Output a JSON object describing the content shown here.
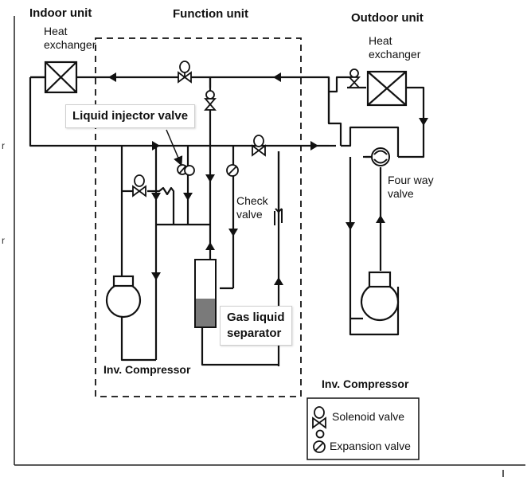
{
  "titles": {
    "indoor_unit": "Indoor unit",
    "function_unit": "Function unit",
    "outdoor_unit": "Outdoor unit"
  },
  "labels": {
    "indoor_heat_exchanger": "Heat\nexchanger",
    "outdoor_heat_exchanger": "Heat\nexchanger",
    "four_way_valve": "Four way\nvalve",
    "check_valve": "Check\nvalve",
    "inv_compressor_left": "Inv. Compressor",
    "inv_compressor_right": "Inv. Compressor"
  },
  "callouts": {
    "liquid_injector_valve": "Liquid injector valve",
    "gas_liquid_separator": "Gas liquid\nseparator"
  },
  "legend": {
    "solenoid_valve": "Solenoid valve",
    "expansion_valve": "Expansion valve"
  },
  "margin_chars": {
    "upper": "r",
    "lower": "r"
  },
  "icons": [
    "solenoid-valve-icon",
    "expansion-valve-icon",
    "check-valve-icon",
    "heat-exchanger-icon",
    "compressor-icon",
    "four-way-valve-icon",
    "flow-arrow-icon"
  ]
}
